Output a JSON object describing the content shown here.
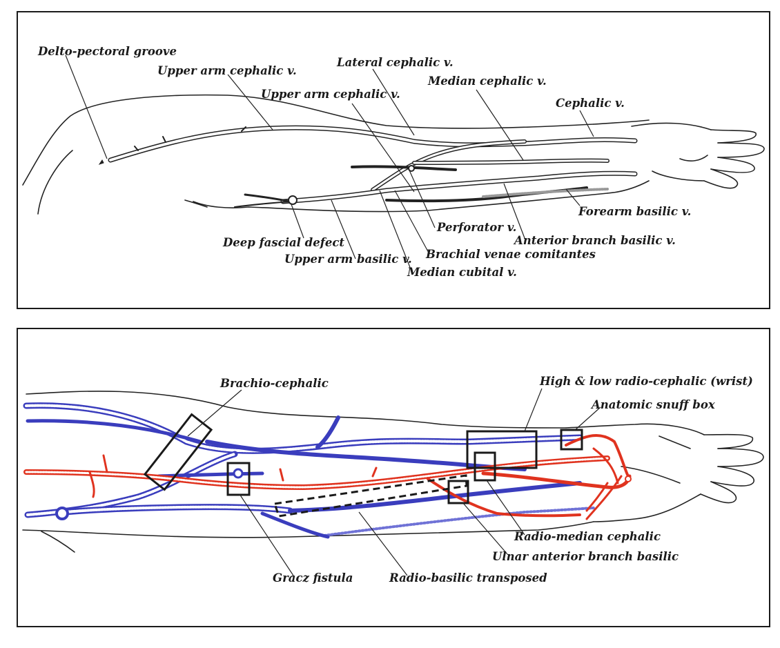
{
  "colors": {
    "vein": "#3a3dbd",
    "vein_light": "#6f72d6",
    "artery": "#e0331f",
    "artery_light": "#f08070",
    "ink": "#1a1a1a"
  },
  "panel_top": {
    "labels": {
      "delto_pectoral_groove": "Delto-pectoral groove",
      "upper_arm_cephalic_1": "Upper arm cephalic v.",
      "upper_arm_cephalic_2": "Upper arm cephalic v.",
      "lateral_cephalic": "Lateral cephalic v.",
      "median_cephalic": "Median cephalic v.",
      "cephalic": "Cephalic v.",
      "forearm_basilic": "Forearm basilic v.",
      "perforator": "Perforator v.",
      "anterior_branch_basilic": "Anterior branch basilic v.",
      "deep_fascial_defect": "Deep fascial defect",
      "brachial_venae_comitantes": "Brachial venae comitantes",
      "upper_arm_basilic": "Upper arm basilic v.",
      "median_cubital": "Median cubital v."
    }
  },
  "panel_bottom": {
    "labels": {
      "brachio_cephalic": "Brachio-cephalic",
      "high_low_radio_cephalic": "High & low radio-cephalic (wrist)",
      "anatomic_snuff_box": "Anatomic snuff box",
      "radio_median_cephalic": "Radio-median cephalic",
      "ulnar_anterior_branch_basilic": "Ulnar anterior branch basilic",
      "gracz_fistula": "Gracz fistula",
      "radio_basilic_transposed": "Radio-basilic transposed"
    }
  }
}
